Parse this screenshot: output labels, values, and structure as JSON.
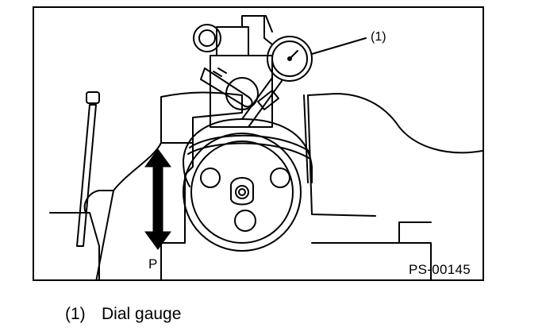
{
  "figure": {
    "callout_label": "(1)",
    "force_label": "P",
    "figure_id": "PS-00145"
  },
  "legend": {
    "items": [
      {
        "number": "(1)",
        "text": "Dial gauge"
      }
    ]
  },
  "colors": {
    "line": "#000000",
    "background": "#ffffff"
  },
  "icons": {
    "arrow": "double-headed-vertical-arrow-icon"
  }
}
